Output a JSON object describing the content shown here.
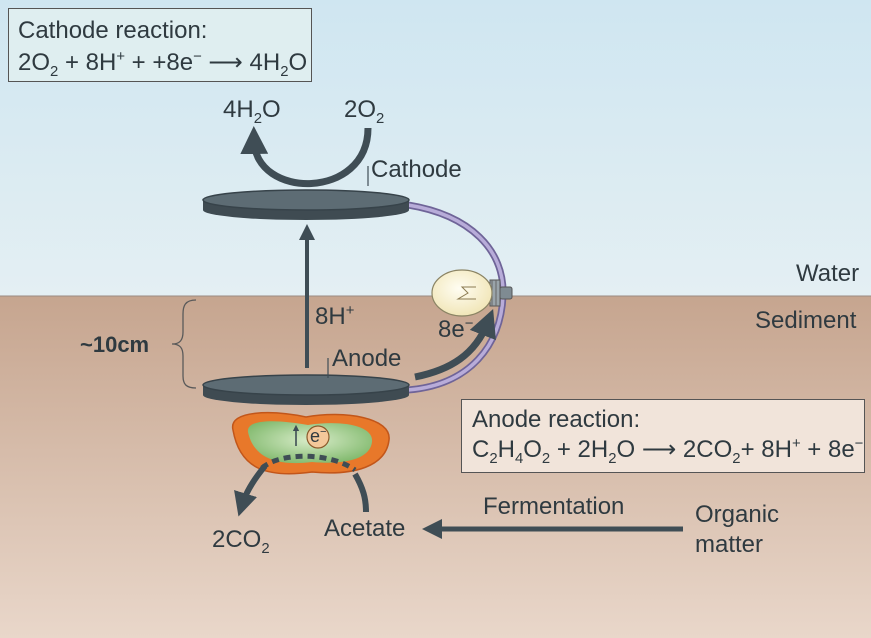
{
  "cathode_box": {
    "title": "Cathode reaction:",
    "eq": [
      {
        "t": "2O"
      },
      {
        "sub": "2"
      },
      {
        "t": " + 8H"
      },
      {
        "sup": "+"
      },
      {
        "t": " + +8e"
      },
      {
        "sup": "−"
      },
      {
        "t": " ⟶ 4H"
      },
      {
        "sub": "2"
      },
      {
        "t": "O"
      }
    ]
  },
  "anode_box": {
    "title": "Anode reaction:",
    "eq": [
      {
        "t": "C"
      },
      {
        "sub": "2"
      },
      {
        "t": "H"
      },
      {
        "sub": "4"
      },
      {
        "t": "O"
      },
      {
        "sub": "2"
      },
      {
        "t": " + 2H"
      },
      {
        "sub": "2"
      },
      {
        "t": "O ⟶ 2CO"
      },
      {
        "sub": "2"
      },
      {
        "t": "+ 8H"
      },
      {
        "sup": "+"
      },
      {
        "t": " + 8e"
      },
      {
        "sup": "−"
      }
    ]
  },
  "labels": {
    "water_out": [
      {
        "t": "4H"
      },
      {
        "sub": "2"
      },
      {
        "t": "O"
      }
    ],
    "oxygen_in": [
      {
        "t": "2O"
      },
      {
        "sub": "2"
      }
    ],
    "cathode": "Cathode",
    "anode": "Anode",
    "water": "Water",
    "sediment": "Sediment",
    "depth": "~10cm",
    "protons": [
      {
        "t": "8H"
      },
      {
        "sup": "+"
      }
    ],
    "electrons_wire": [
      {
        "t": "8e"
      },
      {
        "sup": "−"
      }
    ],
    "electron_cell": [
      {
        "t": "e"
      },
      {
        "sup": "−"
      }
    ],
    "co2_out": [
      {
        "t": "2CO"
      },
      {
        "sub": "2"
      }
    ],
    "acetate": "Acetate",
    "fermentation": "Fermentation",
    "organic_matter_line1": "Organic",
    "organic_matter_line2": "matter"
  },
  "colors": {
    "water_top": "#cfe6f1",
    "water_bottom": "#e3eef2",
    "sediment_top": "#c7a690",
    "sediment_bottom": "#e7d4c6",
    "electrode": "#4a5860",
    "electrode_top": "#5e6d75",
    "arrow": "#3f4d55",
    "wire": "#9b8fc0",
    "cell_outer": "#e8782a",
    "cell_inner": "#8dc07a",
    "box_fill_cathode": "#dfeef0",
    "box_fill_anode": "#f1e4da"
  },
  "icons": [
    "light-bulb-icon",
    "bacterium-icon",
    "curved-arrow-icon"
  ]
}
